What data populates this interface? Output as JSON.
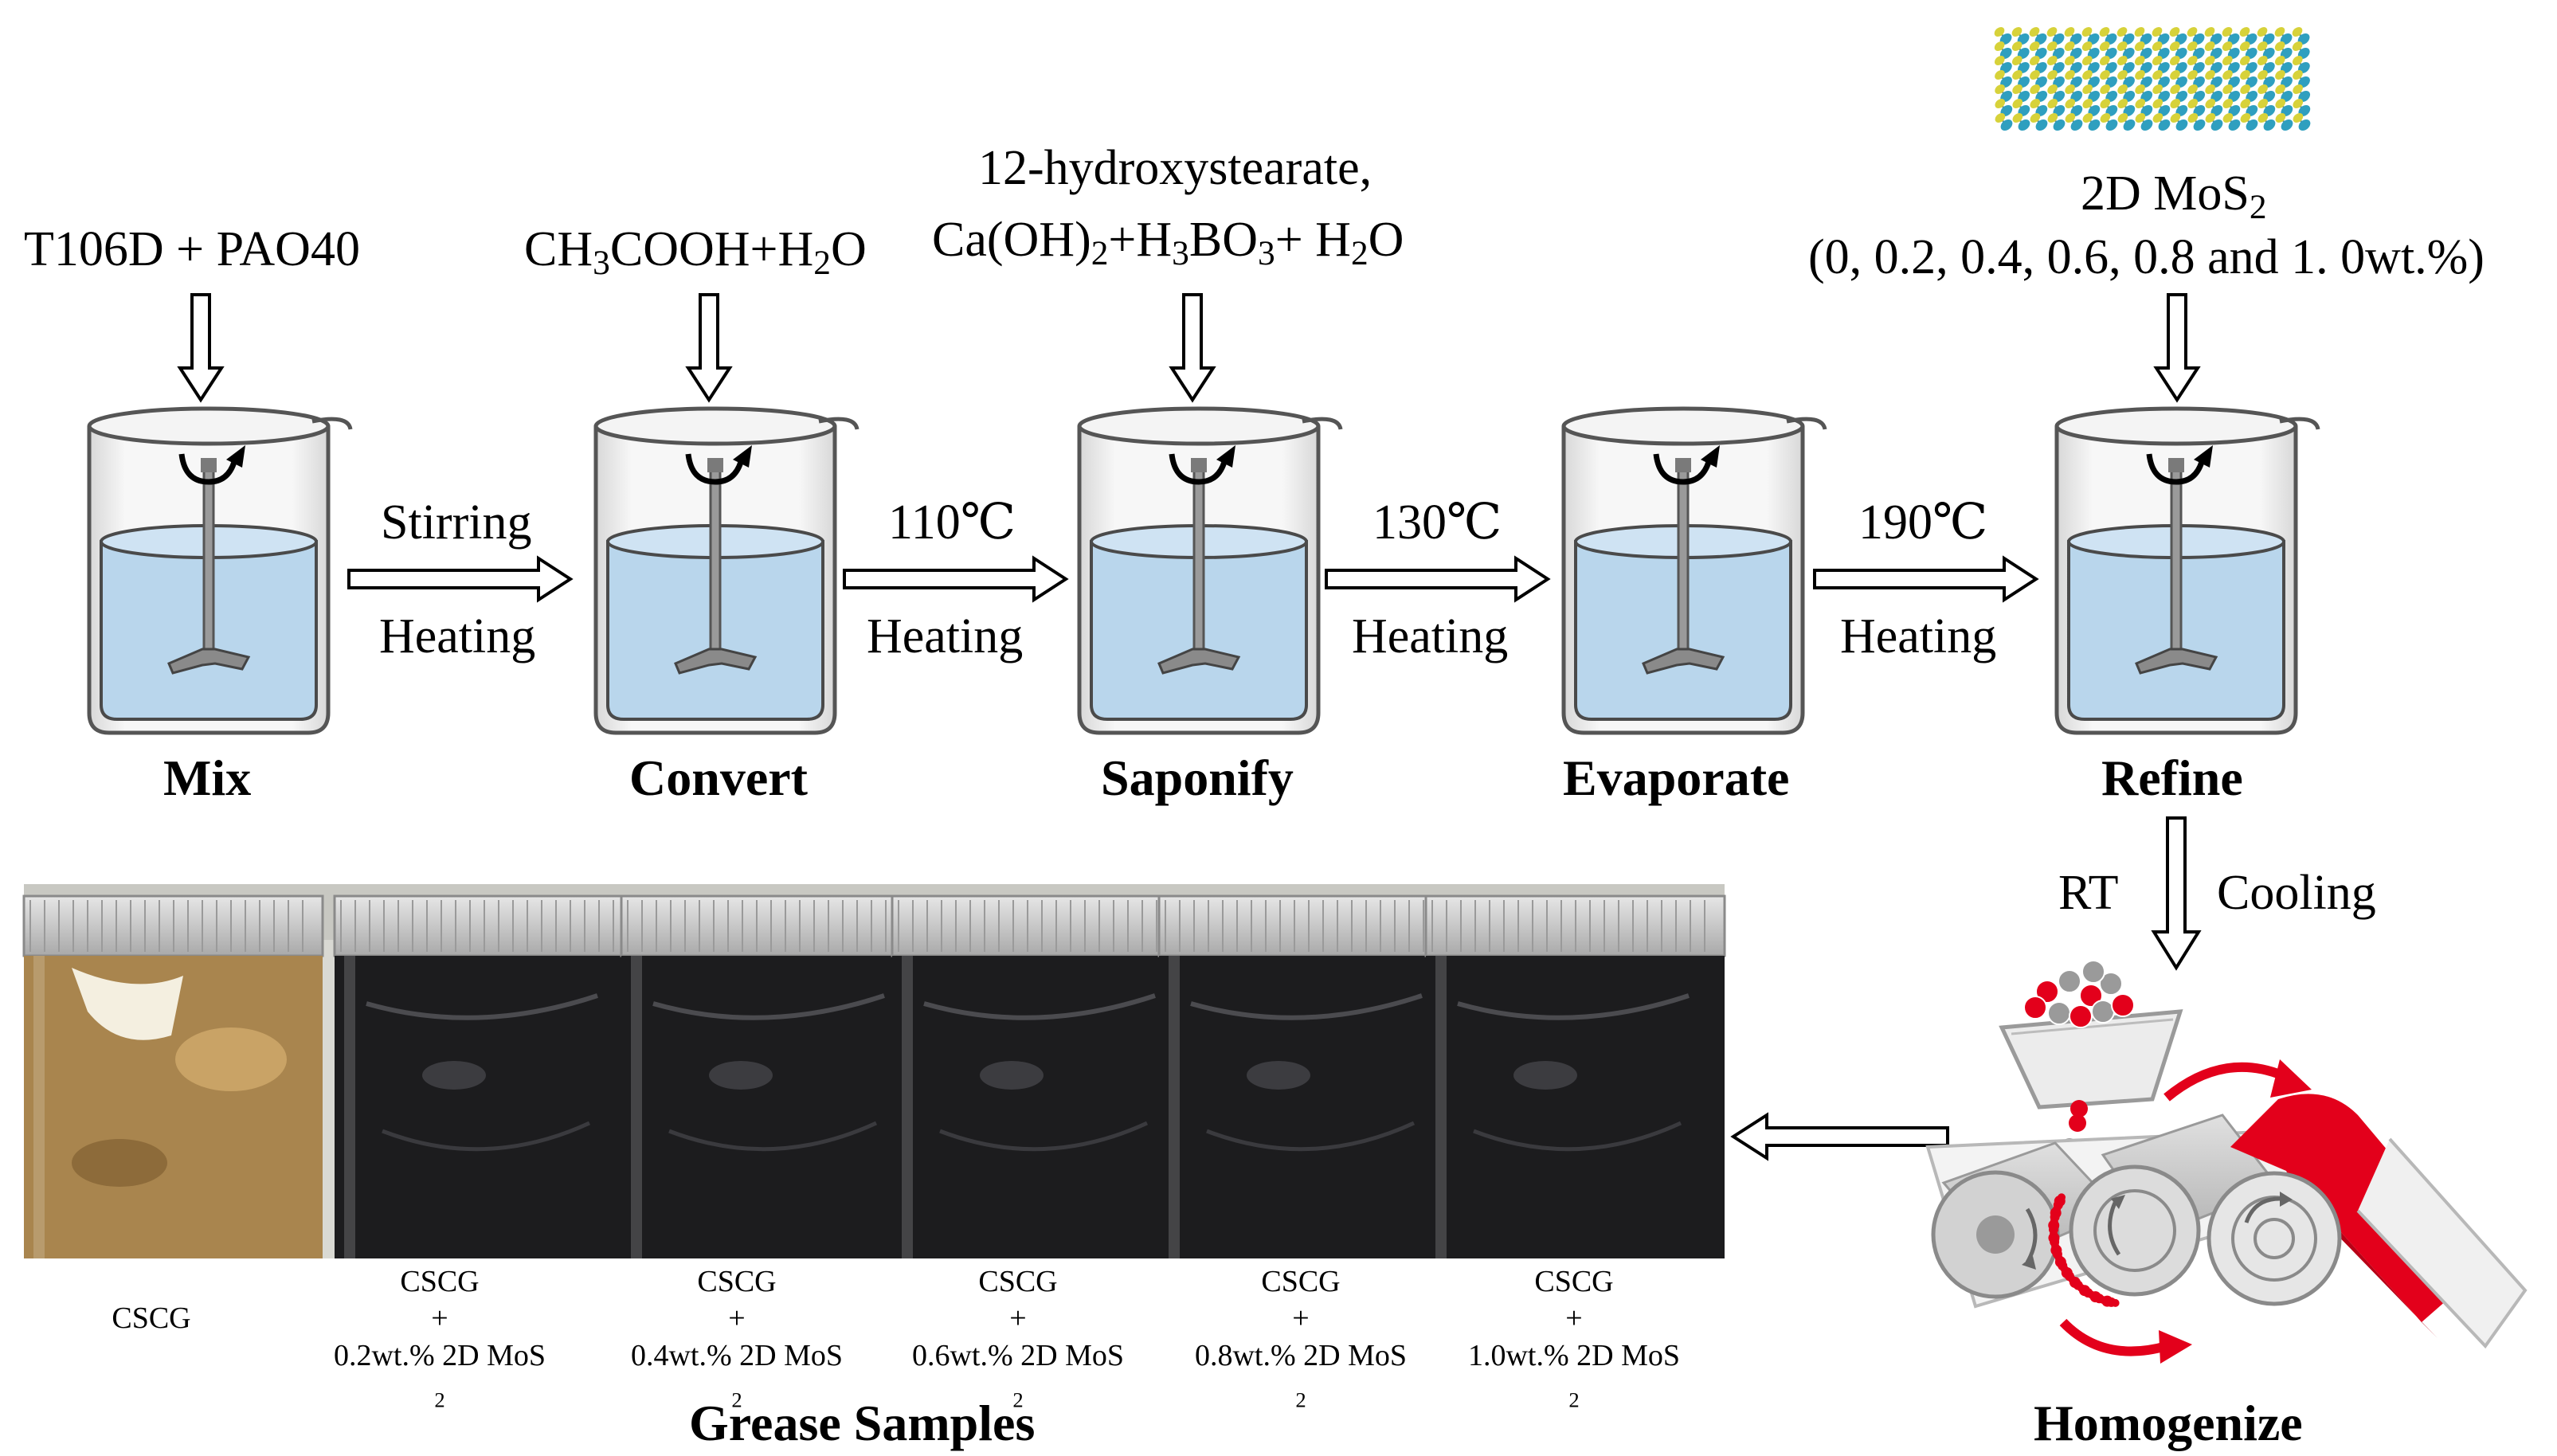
{
  "inputs": {
    "mix": "T106D + PAO40",
    "convert": {
      "a": "CH",
      "a_sub": "3",
      "b": "COOH+H",
      "b_sub": "2",
      "c": "O"
    },
    "saponify": {
      "line1": "12-hydroxystearate,",
      "line2": {
        "a": "Ca(OH)",
        "a_sub": "2",
        "b": "+H",
        "b_sub": "3",
        "c": "BO",
        "c_sub": "3",
        "d": "+ H",
        "d_sub": "2",
        "e": "O"
      }
    },
    "refine": {
      "line1": {
        "a": "2D MoS",
        "a_sub": "2"
      },
      "line2": "(0, 0.2, 0.4, 0.6, 0.8 and 1. 0wt.%)"
    }
  },
  "steps": [
    "Mix",
    "Convert",
    "Saponify",
    "Evaporate",
    "Refine",
    "Homogenize"
  ],
  "transitions": [
    {
      "top": "Stirring",
      "bottom": "Heating"
    },
    {
      "top": "110℃",
      "bottom": "Heating"
    },
    {
      "top": "130℃",
      "bottom": "Heating"
    },
    {
      "top": "190℃",
      "bottom": "Heating"
    }
  ],
  "cooling": {
    "left": "RT",
    "right": "Cooling"
  },
  "samples": [
    {
      "name": "CSCG",
      "plus": "",
      "additive": "",
      "additive_sub": ""
    },
    {
      "name": "CSCG",
      "plus": "+",
      "additive": "0.2wt.% 2D MoS",
      "additive_sub": "2"
    },
    {
      "name": "CSCG",
      "plus": "+",
      "additive": "0.4wt.% 2D MoS",
      "additive_sub": "2"
    },
    {
      "name": "CSCG",
      "plus": "+",
      "additive": "0.6wt.% 2D MoS",
      "additive_sub": "2"
    },
    {
      "name": "CSCG",
      "plus": "+",
      "additive": "0.8wt.% 2D MoS",
      "additive_sub": "2"
    },
    {
      "name": "CSCG",
      "plus": "+",
      "additive": "1.0wt.% 2D MoS",
      "additive_sub": "2"
    }
  ],
  "samples_caption": "Grease Samples",
  "colors": {
    "liquid": "#bcd8ee",
    "grease_plain": "#a9854e",
    "grease_mos2": "#1c1c1e",
    "mill_red": "#e3001b",
    "mill_grey": "#c8c8c8",
    "mos2_mo": "#2f9fbf",
    "mos2_s": "#d7d23a"
  }
}
